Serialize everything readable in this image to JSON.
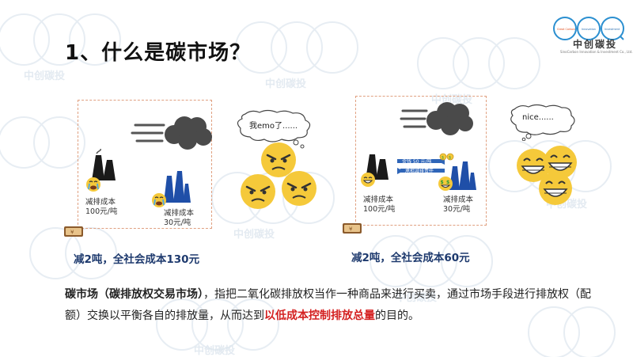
{
  "title": "1、什么是碳市场？",
  "logo": {
    "circle_labels": [
      "Great Carbon",
      "Innovation",
      "Investment"
    ],
    "name": "中创碳投",
    "subtitle": "SinoCarbon Innovation & Investment Co., Ltd."
  },
  "watermark_text": "中创碳投",
  "left_scene": {
    "high_factory_label_1": "减排成本",
    "high_factory_label_2": "100元/吨",
    "low_factory_label_1": "减排成本",
    "low_factory_label_2": "30元/吨",
    "bubble_text": "我emo了......",
    "caption": "减2吨，全社会成本130元"
  },
  "right_scene": {
    "arrow_top_label": "金钱 50 元/吨",
    "arrow_bottom_label": "承担减排责任",
    "high_factory_label_1": "减排成本",
    "high_factory_label_2": "100元/吨",
    "low_factory_label_1": "减排成本",
    "low_factory_label_2": "30元/吨",
    "bubble_text": "nice......",
    "caption": "减2吨，全社会成本60元"
  },
  "summary": {
    "part1": "碳市场（碳排放权交易市场）",
    "part2": "，指把二氧化碳排放权当作一种商品来进行买卖，通过市场手段进行排放权（配额）交换以平衡各自的排放量，从而达到",
    "part3": "以低成本控制排放总量",
    "part4": "的目的。"
  },
  "colors": {
    "caption": "#1e3a6e",
    "highlight": "#d42020",
    "dashed_border": "#e0a080",
    "emoji_yellow": "#f5c93a",
    "factory_dark": "#1a1a1a",
    "factory_blue": "#1f4fa8"
  }
}
